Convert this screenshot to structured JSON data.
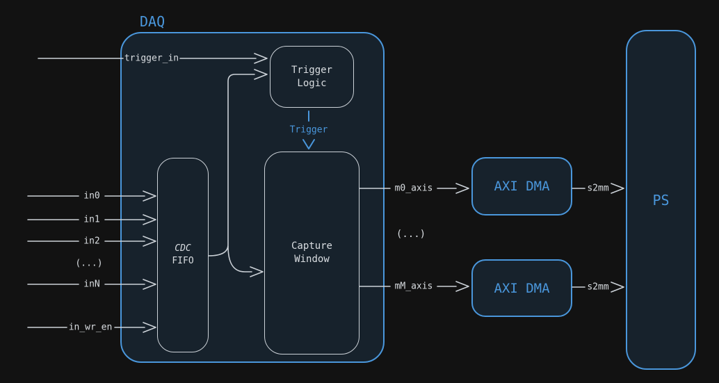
{
  "colors": {
    "background": "#121212",
    "panel_fill": "#17222c",
    "accent_blue": "#4a97dc",
    "wire_gray": "#ccd2d8",
    "label_light": "#d9dde1"
  },
  "title": {
    "label": "DAQ"
  },
  "blocks": {
    "trigger_logic": {
      "lines": [
        "Trigger",
        "Logic"
      ]
    },
    "cdc_fifo": {
      "line1": "CDC",
      "line2": "FIFO"
    },
    "capture_window": {
      "lines": [
        "Capture",
        "Window"
      ]
    },
    "axi_dma_top": {
      "label": "AXI DMA"
    },
    "axi_dma_bottom": {
      "label": "AXI DMA"
    },
    "ps": {
      "label": "PS"
    }
  },
  "wires": {
    "trigger_in": {
      "label": "trigger_in"
    },
    "in0": {
      "label": "in0"
    },
    "in1": {
      "label": "in1"
    },
    "in2": {
      "label": "in2"
    },
    "in_ellipsis": {
      "label": "(...)"
    },
    "inN": {
      "label": "inN"
    },
    "in_wr_en": {
      "label": "in_wr_en"
    },
    "trigger": {
      "label": "Trigger"
    },
    "m0_axis": {
      "label": "m0_axis"
    },
    "m_ellipsis": {
      "label": "(...)"
    },
    "mM_axis": {
      "label": "mM_axis"
    },
    "s2mm_top": {
      "label": "s2mm"
    },
    "s2mm_bottom": {
      "label": "s2mm"
    }
  }
}
